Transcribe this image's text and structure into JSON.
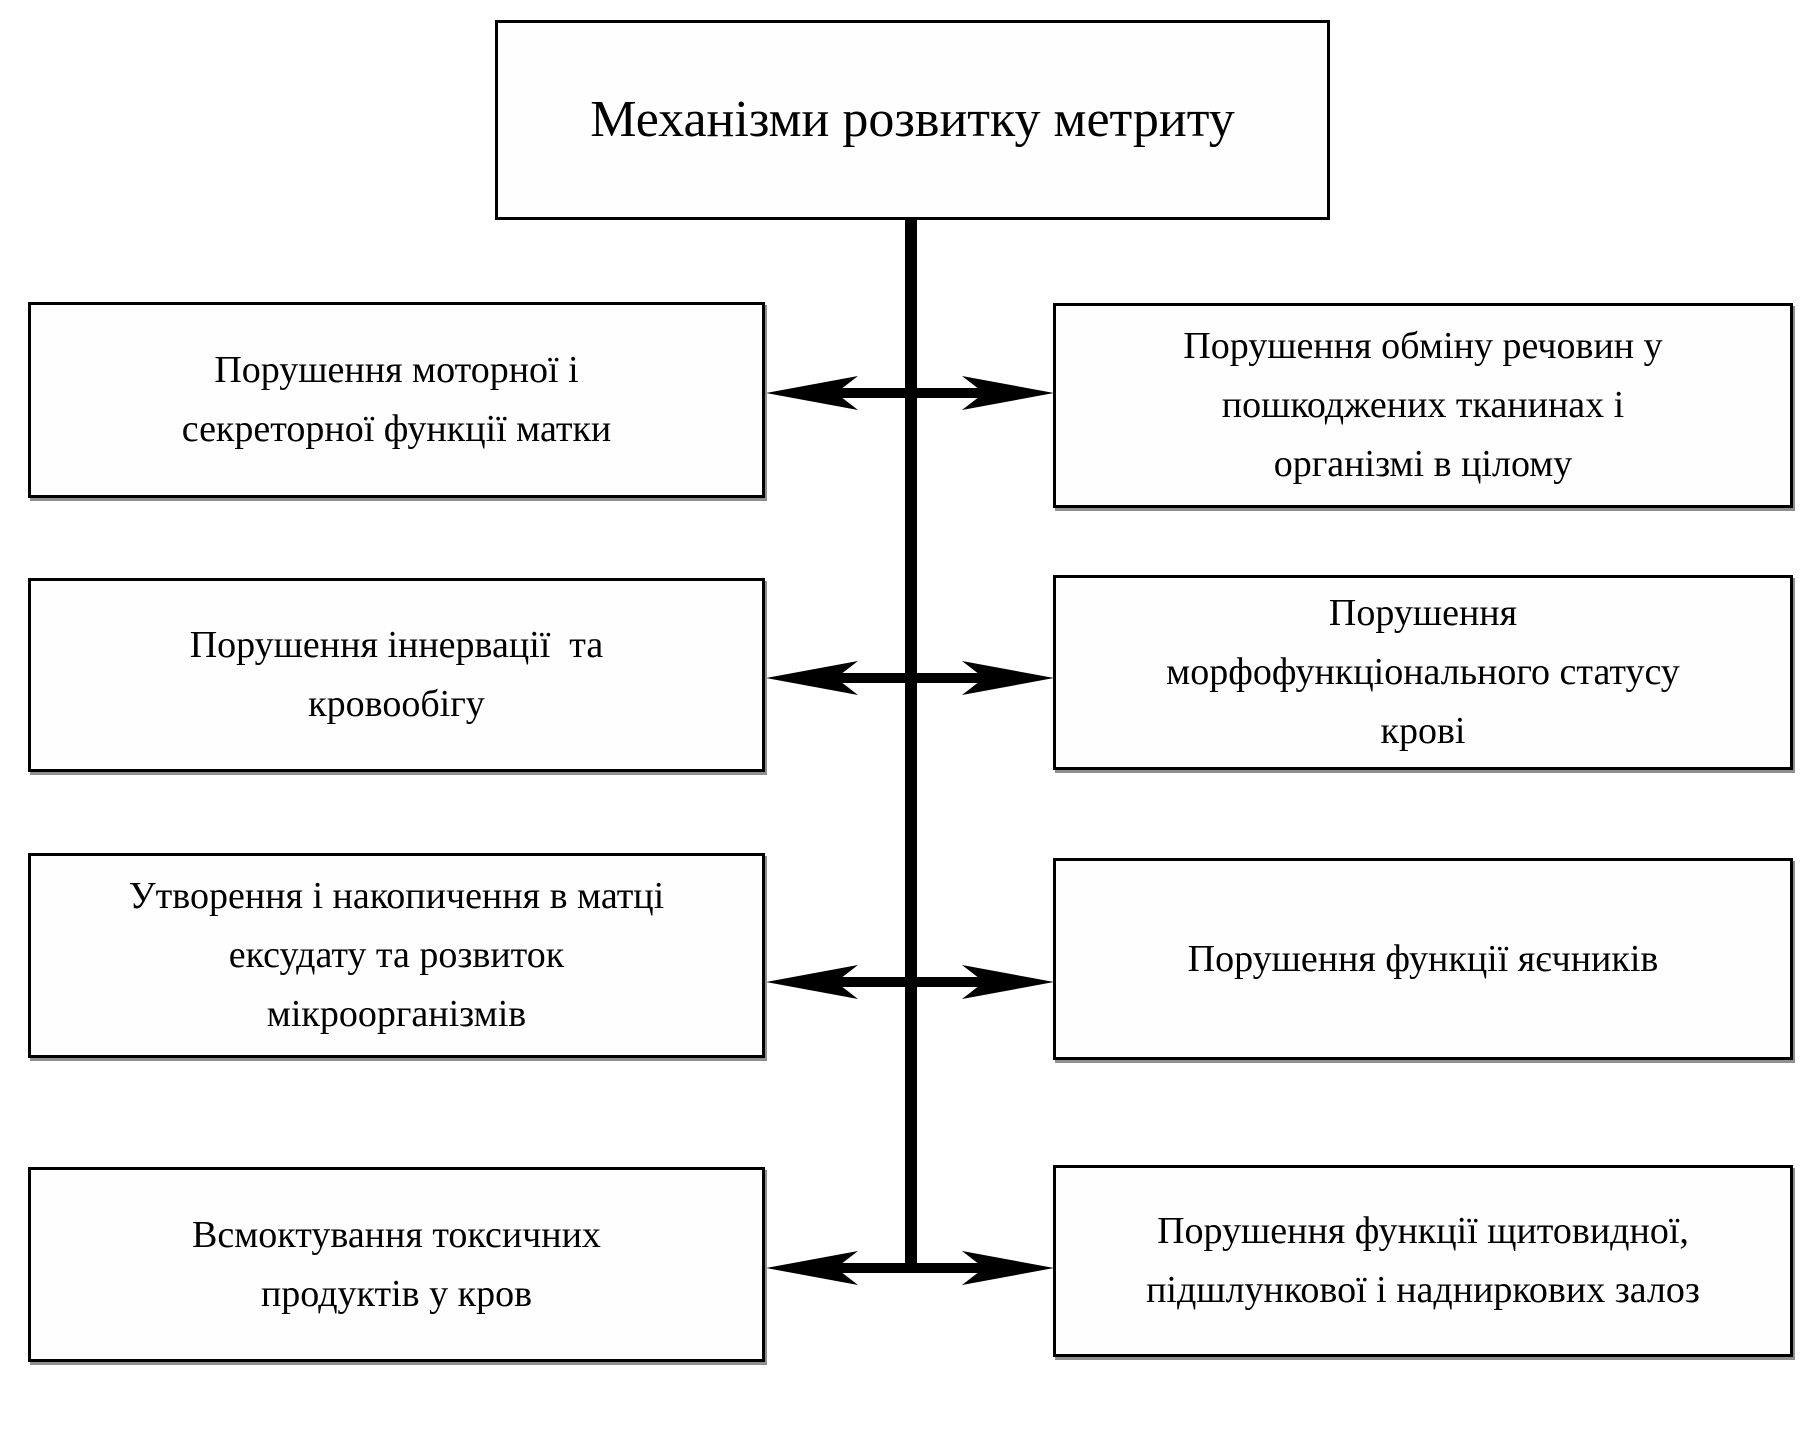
{
  "diagram": {
    "title": "Механізми розвитку метриту",
    "rows": [
      {
        "left": "Порушення моторної і\nсекреторної функції матки",
        "right": "Порушення обміну речовин у\nпошкоджених тканинах і\nорганізмі в цілому"
      },
      {
        "left": "Порушення іннервації  та\nкровообігу",
        "right": "Порушення\nморфофункціонального статусу\nкрові"
      },
      {
        "left": "Утворення і накопичення в матці\nексудату та розвиток\nмікроорганізмів",
        "right": "Порушення функції яєчників"
      },
      {
        "left": "Всмоктування токсичних\nпродуктів у кров",
        "right": "Порушення функції щитовидної,\nпідшлункової і надниркових залоз"
      }
    ],
    "colors": {
      "line": "#000000",
      "box_border": "#000000",
      "background": "#ffffff"
    }
  }
}
